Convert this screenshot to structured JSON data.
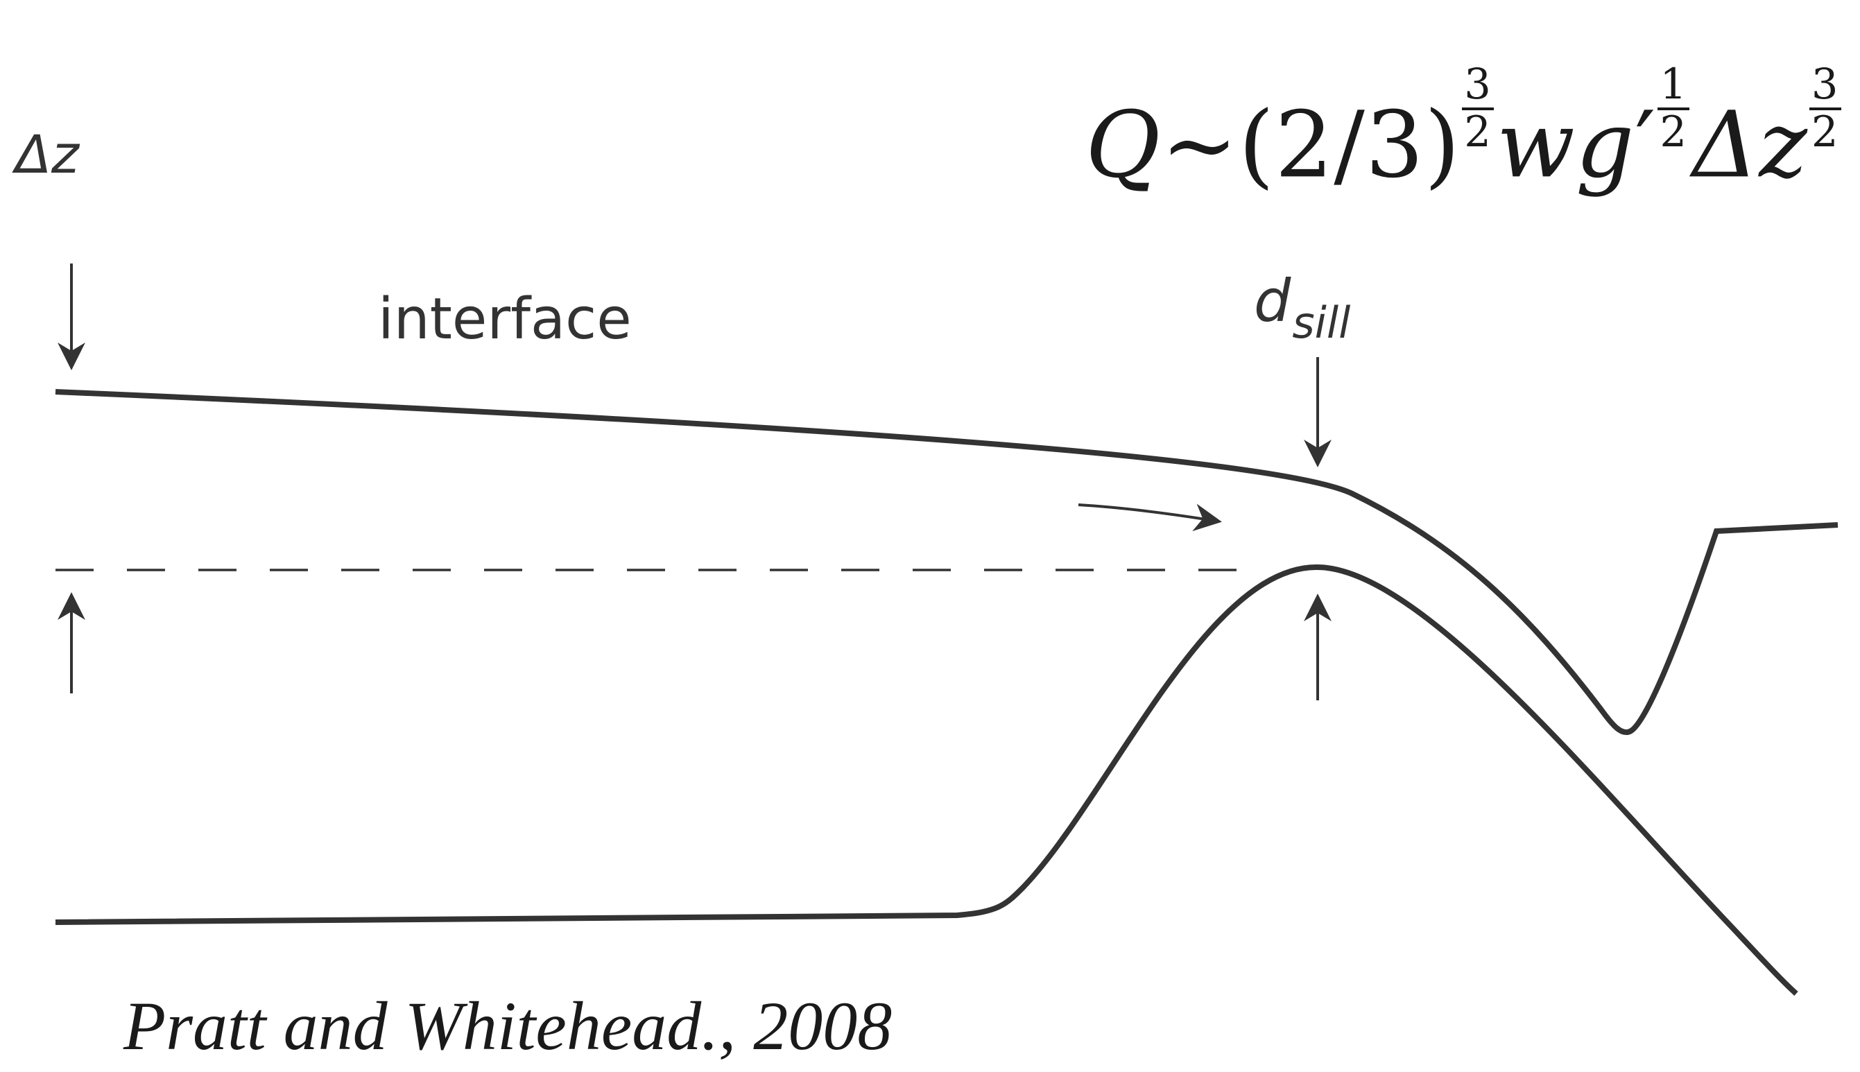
{
  "labels": {
    "delta_z": "Δz",
    "interface": "interface",
    "d_sill_base": "d",
    "d_sill_sub": "sill",
    "citation": "Pratt and Whitehead., 2008"
  },
  "formula": {
    "Q": "Q",
    "sim": "∼",
    "ratio": "(2/3)",
    "exp1_num": "3",
    "exp1_den": "2",
    "w": "w",
    "g": "g",
    "prime": "′",
    "exp2_num": "1",
    "exp2_den": "2",
    "delta_z": "Δz",
    "exp3_num": "3",
    "exp3_den": "2"
  },
  "colors": {
    "line": "#333333",
    "text": "#333333",
    "background": "#ffffff"
  }
}
